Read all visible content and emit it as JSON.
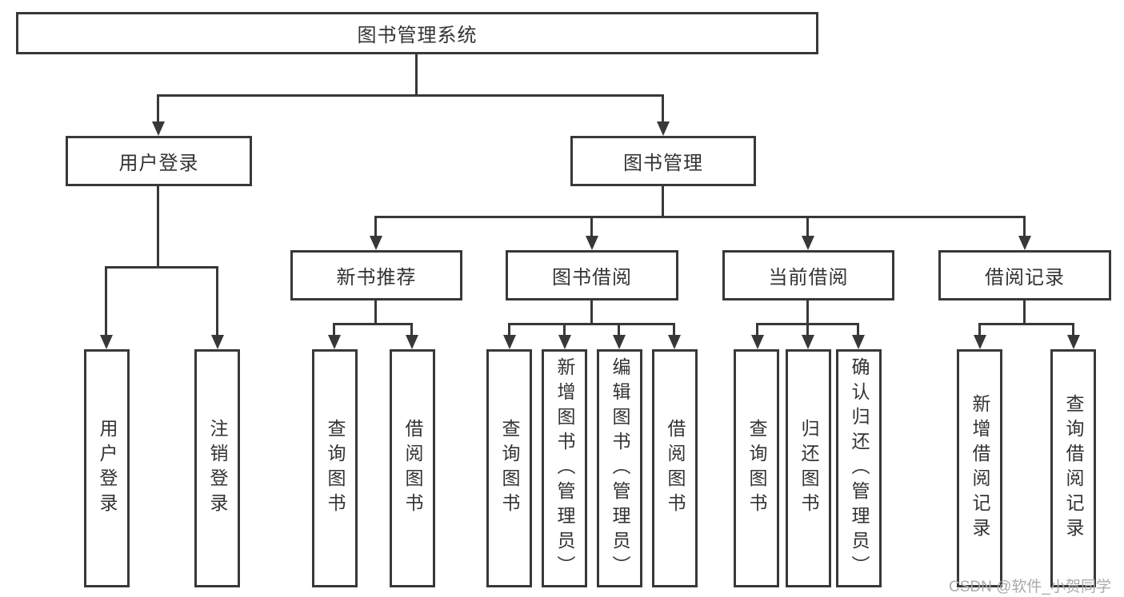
{
  "diagram": {
    "type": "function-structure-tree",
    "title": "图书管理系统",
    "line_color": "#383838",
    "box_background": "#ffffff",
    "text_color": "#333333",
    "nodes": [
      {
        "id": "root",
        "label": "图书管理系统",
        "level": 1,
        "parent": null
      },
      {
        "id": "user-login",
        "label": "用户登录",
        "level": 2,
        "parent": "root"
      },
      {
        "id": "book-management",
        "label": "图书管理",
        "level": 2,
        "parent": "root"
      },
      {
        "id": "new-book-recommend",
        "label": "新书推荐",
        "level": 3,
        "parent": "book-management"
      },
      {
        "id": "book-borrow",
        "label": "图书借阅",
        "level": 3,
        "parent": "book-management"
      },
      {
        "id": "current-borrow",
        "label": "当前借阅",
        "level": 3,
        "parent": "book-management"
      },
      {
        "id": "borrow-records",
        "label": "借阅记录",
        "level": 3,
        "parent": "book-management"
      },
      {
        "id": "leaf-user-login",
        "label": "用户登录",
        "level": 4,
        "parent": "user-login"
      },
      {
        "id": "leaf-logout",
        "label": "注销登录",
        "level": 4,
        "parent": "user-login"
      },
      {
        "id": "leaf-query-book-1",
        "label": "查询图书",
        "level": 4,
        "parent": "new-book-recommend"
      },
      {
        "id": "leaf-borrow-book-1",
        "label": "借阅图书",
        "level": 4,
        "parent": "new-book-recommend"
      },
      {
        "id": "leaf-query-book-2",
        "label": "查询图书",
        "level": 4,
        "parent": "book-borrow"
      },
      {
        "id": "leaf-add-book",
        "label": "新增图书（管理员）",
        "level": 4,
        "parent": "book-borrow"
      },
      {
        "id": "leaf-edit-book",
        "label": "编辑图书（管理员）",
        "level": 4,
        "parent": "book-borrow"
      },
      {
        "id": "leaf-borrow-book-2",
        "label": "借阅图书",
        "level": 4,
        "parent": "book-borrow"
      },
      {
        "id": "leaf-query-book-3",
        "label": "查询图书",
        "level": 4,
        "parent": "current-borrow"
      },
      {
        "id": "leaf-return-book",
        "label": "归还图书",
        "level": 4,
        "parent": "current-borrow"
      },
      {
        "id": "leaf-confirm-return",
        "label": "确认归还（管理员）",
        "level": 4,
        "parent": "current-borrow"
      },
      {
        "id": "leaf-add-record",
        "label": "新增借阅记录",
        "level": 4,
        "parent": "borrow-records"
      },
      {
        "id": "leaf-query-record",
        "label": "查询借阅记录",
        "level": 4,
        "parent": "borrow-records"
      }
    ]
  },
  "watermark": {
    "text": "CSDN @软件_小贺同学",
    "color": "#aaaaaa"
  }
}
